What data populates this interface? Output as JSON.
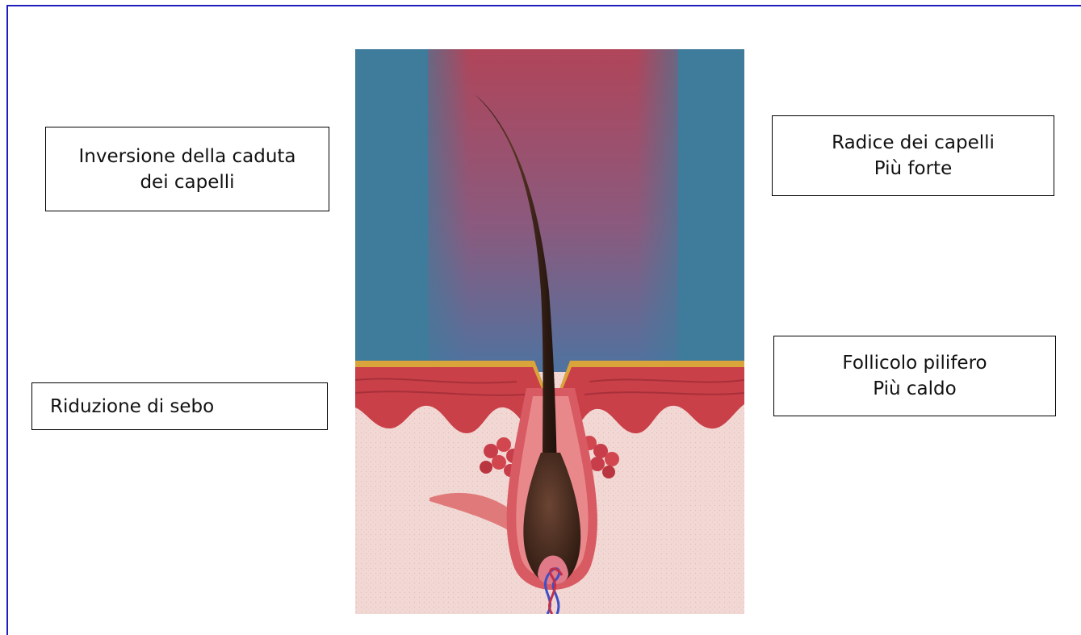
{
  "frame_color": "#1f1fc0",
  "labels": {
    "hair_loss": {
      "lines": [
        "Inversione della caduta",
        "dei capelli"
      ]
    },
    "root": {
      "lines": [
        "Radice dei capelli",
        "Più forte"
      ]
    },
    "sebum": {
      "lines": [
        "Riduzione di sebo"
      ]
    },
    "follicle": {
      "lines": [
        "Follicolo pilifero",
        "Più caldo"
      ]
    }
  },
  "illustration": {
    "subject": "hair-follicle-cross-section",
    "colors": {
      "background_blue": "#3f7b9b",
      "background_glow": "#b0455a",
      "skin_red": "#c94048",
      "dermis": "#f1d7d3",
      "hair": "#3a2418"
    }
  }
}
